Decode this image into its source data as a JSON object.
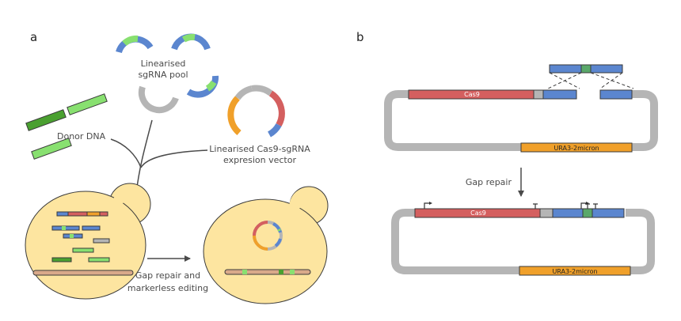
{
  "panels": {
    "a": "a",
    "b": "b"
  },
  "labels": {
    "sgrna_pool_line1": "Linearised",
    "sgrna_pool_line2": "sgRNA pool",
    "donor_dna": "Donor DNA",
    "vector_line1": "Linearised Cas9-sgRNA",
    "vector_line2": "expresion vector",
    "editing_line1": "Gap repair and",
    "editing_line2": "markerless editing",
    "gap_repair": "Gap repair",
    "cas9_top": "Cas9",
    "ura_top": "URA3-2micron",
    "cas9_bottom": "Cas9",
    "ura_bottom": "URA3-2micron"
  },
  "colors": {
    "cas9": "#d45f5f",
    "sgrna": "#5b86cf",
    "ura3": "#f0a02a",
    "grey": "#b5b5b5",
    "green": "#88e070",
    "dark_green": "#4aa030",
    "cell": "#fde5a0",
    "chromosome": "#d9a98a"
  }
}
